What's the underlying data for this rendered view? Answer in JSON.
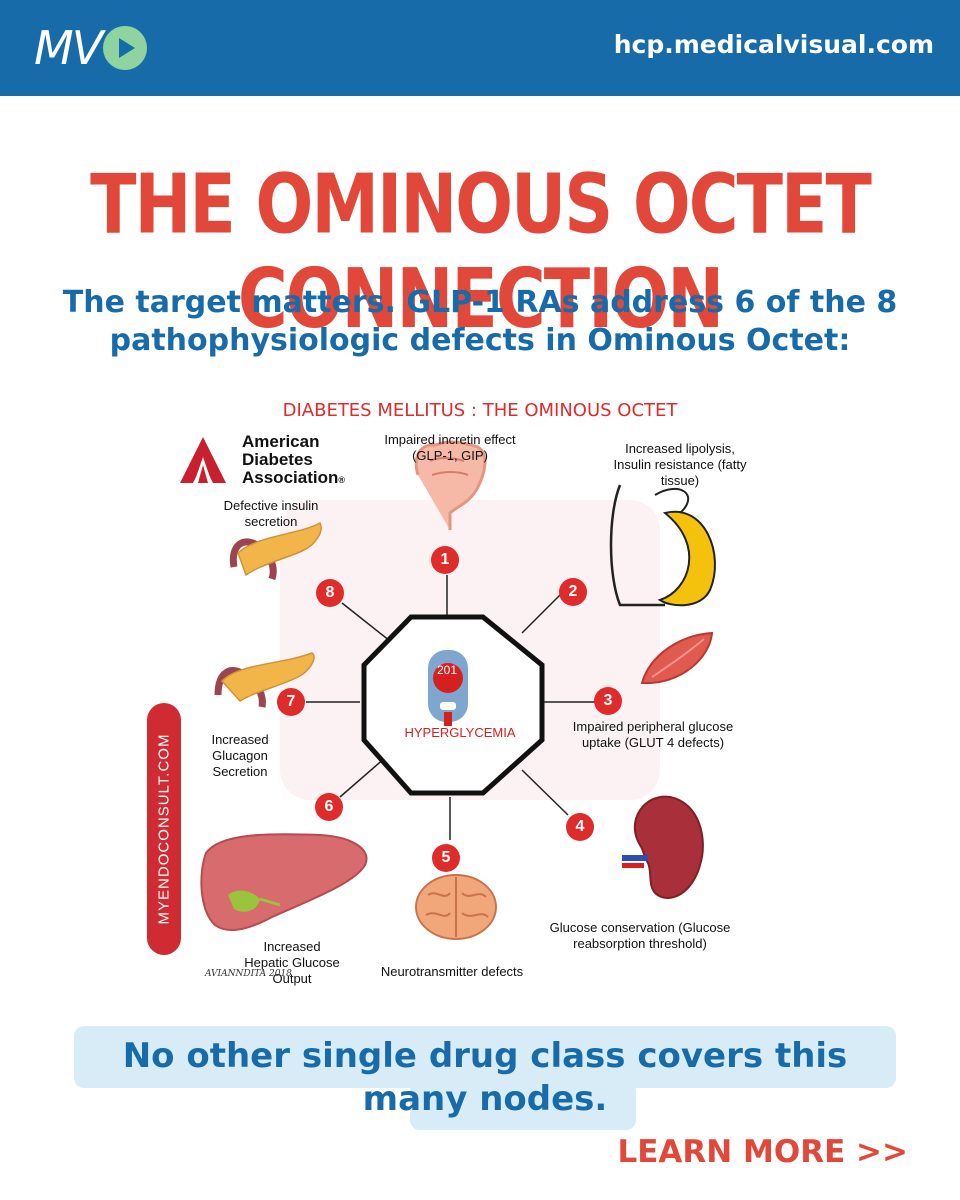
{
  "header": {
    "logo_text": "MV",
    "site_url": "hcp.medicalvisual.com",
    "bg_color": "#176ba8"
  },
  "title": "THE OMINOUS OCTET CONNECTION",
  "subtitle": "The target matters. GLP-1 RAs address 6 of the 8 pathophysiologic defects in Ominous Octet:",
  "diagram": {
    "title": "DIABETES MELLITUS : THE OMINOUS OCTET",
    "ada_logo_text": "American Diabetes Association.",
    "center_label": "HYPERGLYCEMIA",
    "meter_value": "201",
    "sidebar_text": "MYENDOCONSULT.COM",
    "signature": "AVIANNDITA 2018",
    "nodes": [
      {
        "number": "1",
        "label": "Impaired incretin effect (GLP-1, GIP)",
        "icon": "intestine-icon"
      },
      {
        "number": "2",
        "label": "Increased lipolysis, Insulin resistance (fatty tissue)",
        "icon": "belly-fat-icon"
      },
      {
        "number": "3",
        "label": "Impaired peripheral glucose uptake (GLUT 4 defects)",
        "icon": "muscle-icon"
      },
      {
        "number": "4",
        "label": "Glucose conservation (Glucose reabsorption threshold)",
        "icon": "kidney-icon"
      },
      {
        "number": "5",
        "label": "Neurotransmitter defects",
        "icon": "brain-icon"
      },
      {
        "number": "6",
        "label": "Increased Hepatic Glucose Output",
        "icon": "liver-icon"
      },
      {
        "number": "7",
        "label": "Increased Glucagon Secretion",
        "icon": "pancreas-icon"
      },
      {
        "number": "8",
        "label": "Defective insulin secretion",
        "icon": "pancreas-icon"
      }
    ]
  },
  "callout": "No other single drug class covers this many nodes.",
  "cta": "LEARN MORE >>",
  "colors": {
    "accent_red": "#e2483a",
    "brand_blue": "#176ba8",
    "node_red": "#e02b2b",
    "callout_bg": "#d8ecf7"
  }
}
